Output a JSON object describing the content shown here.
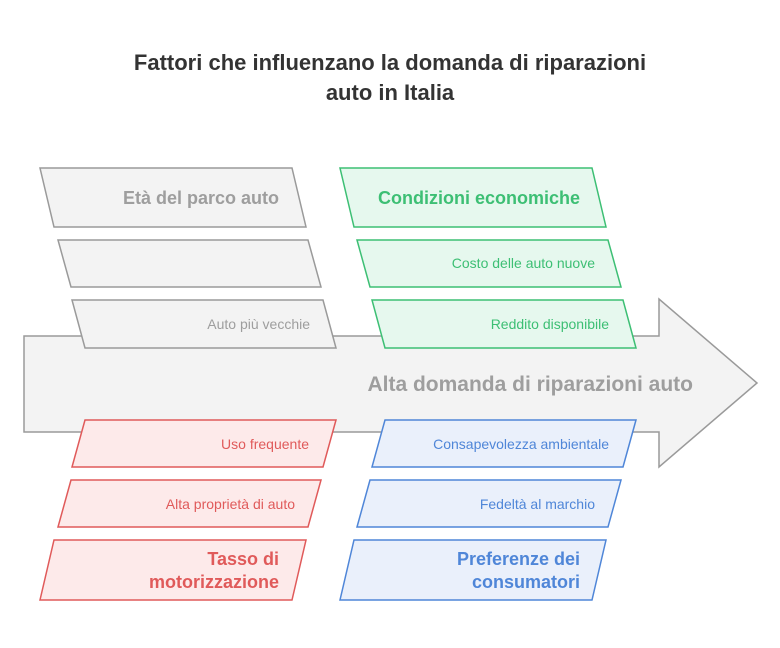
{
  "title": {
    "line1": "Fattori che influenzano la domanda di riparazioni",
    "line2": "auto in Italia"
  },
  "spine": {
    "label": "Alta domanda di riparazioni auto",
    "fill": "#f3f3f3",
    "stroke": "#9a9a9a",
    "text_color": "#9e9e9e"
  },
  "categories": {
    "eta_parco": {
      "label": "Età del parco auto",
      "items": [
        "",
        "Auto più vecchie"
      ],
      "fill": "#f3f3f3",
      "stroke": "#9a9a9a",
      "text_color": "#9e9e9e"
    },
    "condizioni": {
      "label": "Condizioni economiche",
      "items": [
        "Costo delle auto nuove",
        "Reddito disponibile"
      ],
      "fill": "#e6f8ee",
      "stroke": "#3dbf74",
      "text_color": "#3dbf74"
    },
    "motorizzazione": {
      "label_line1": "Tasso di",
      "label_line2": "motorizzazione",
      "items": [
        "Uso frequente",
        "Alta proprietà di auto"
      ],
      "fill": "#fdeaea",
      "stroke": "#e05a5a",
      "text_color": "#e05a5a"
    },
    "preferenze": {
      "label_line1": "Preferenze dei",
      "label_line2": "consumatori",
      "items": [
        "Consapevolezza ambientale",
        "Fedeltà al marchio"
      ],
      "fill": "#eaf0fb",
      "stroke": "#4f86d8",
      "text_color": "#4f86d8"
    }
  }
}
